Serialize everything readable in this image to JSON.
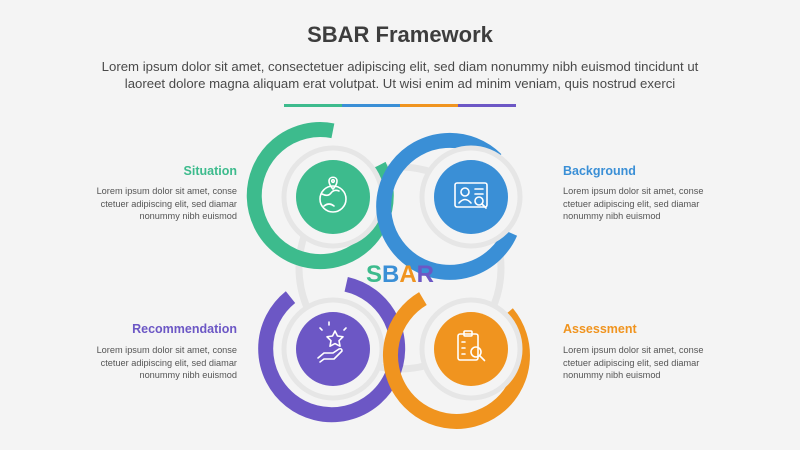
{
  "header": {
    "title": "SBAR Framework",
    "subtitle_line1": "Lorem ipsum dolor sit amet, consectetuer adipiscing elit, sed diam nonummy nibh euismod tincidunt ut",
    "subtitle_line2": "laoreet dolore magna aliquam erat volutpat. Ut wisi enim ad minim veniam, quis nostrud exerci"
  },
  "center": {
    "letters": [
      {
        "char": "S",
        "color": "#3dbb8d"
      },
      {
        "char": "B",
        "color": "#3a8fd6"
      },
      {
        "char": "A",
        "color": "#f0941f"
      },
      {
        "char": "R",
        "color": "#6c57c5"
      }
    ]
  },
  "steps": [
    {
      "key": "situation",
      "label": "Situation",
      "color": "#3dbb8d",
      "icon": "globe-location-icon",
      "desc": [
        "Lorem ipsum dolor sit amet, conse",
        "ctetuer adipiscing elit, sed diamar",
        "nonummy nibh euismod"
      ]
    },
    {
      "key": "background",
      "label": "Background",
      "color": "#3a8fd6",
      "icon": "document-search-icon",
      "desc": [
        "Lorem ipsum dolor sit amet, conse",
        "ctetuer adipiscing elit, sed diamar",
        "nonummy nibh euismod"
      ]
    },
    {
      "key": "recommendation",
      "label": "Recommendation",
      "color": "#6c57c5",
      "icon": "hand-star-icon",
      "desc": [
        "Lorem ipsum dolor sit amet, conse",
        "ctetuer adipiscing elit, sed diamar",
        "nonummy nibh euismod"
      ]
    },
    {
      "key": "assessment",
      "label": "Assessment",
      "color": "#f0941f",
      "icon": "clipboard-search-icon",
      "desc": [
        "Lorem ipsum dolor sit amet, conse",
        "ctetuer adipiscing elit, sed diamar",
        "nonummy nibh euismod"
      ]
    }
  ]
}
